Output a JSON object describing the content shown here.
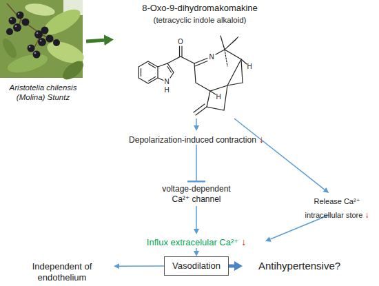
{
  "diagram": {
    "nodes": [
      {
        "text": [
          "Aristotelia chilensis (Molina) Stuntz"
        ]
      },
      {
        "text": [
          "8-Oxo-9-dihydromakomakine",
          "(tetracyclic indole alkaloid)"
        ]
      },
      {
        "text": [
          "Depolarization-induced contraction",
          "↓"
        ]
      },
      {
        "text": [
          "voltage-dependent Ca²⁺ channel"
        ]
      },
      {
        "text": [
          "Release Ca²⁺ intracellular store",
          "↓"
        ]
      },
      {
        "text": [
          "Influx extracelular Ca²⁺",
          "↓"
        ]
      },
      {
        "text": [
          "Vasodilation"
        ]
      },
      {
        "text": [
          "Independent of endothelium"
        ]
      },
      {
        "text": [
          "Antihypertensive?"
        ]
      }
    ],
    "edges": [
      {
        "from": 0,
        "to": 1,
        "arrow": "to"
      },
      {
        "from": 1,
        "to": 2,
        "arrow": "to"
      },
      {
        "from": 1,
        "to": 4,
        "arrow": "to"
      },
      {
        "from": 2,
        "to": 3,
        "arrow": "to"
      },
      {
        "from": 3,
        "to": 5,
        "arrow": "to"
      },
      {
        "from": 4,
        "to": 5,
        "arrow": "to"
      },
      {
        "from": 5,
        "to": 6,
        "arrow": "to"
      },
      {
        "from": 6,
        "to": 7,
        "arrow": "to"
      },
      {
        "from": 6,
        "to": 8,
        "arrow": "to"
      }
    ],
    "labels": [
      "O",
      "N",
      "H",
      "N",
      "H",
      "H"
    ]
  }
}
